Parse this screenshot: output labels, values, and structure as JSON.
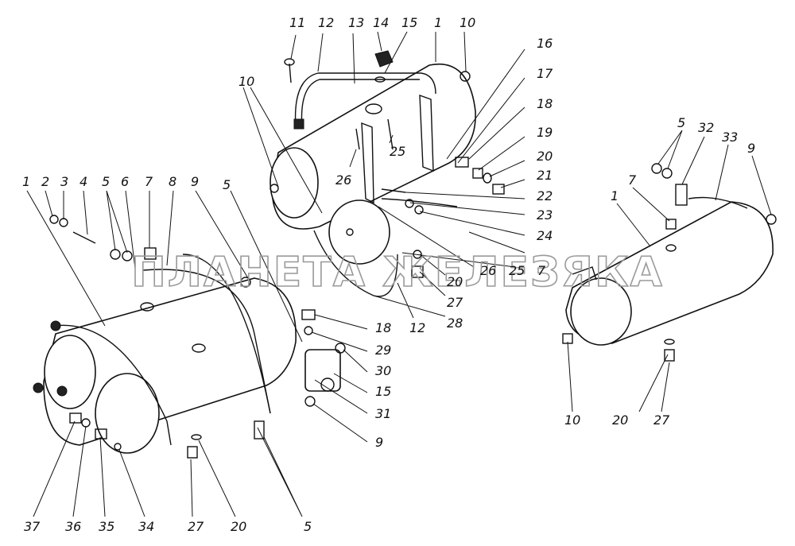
{
  "watermark": "ПЛАНЕТА ЖЕЛЕЗЯКА",
  "callouts": {
    "c11": "11",
    "c12a": "12",
    "c13": "13",
    "c14": "14",
    "c15a": "15",
    "c1a": "1",
    "c10a": "10",
    "c16": "16",
    "c17": "17",
    "c18a": "18",
    "c19": "19",
    "c20a": "20",
    "c21": "21",
    "c22": "22",
    "c23": "23",
    "c24": "24",
    "c25a": "25",
    "c25b": "25",
    "c26a": "26",
    "c26b": "26",
    "c7a": "7",
    "c20b": "20",
    "c27a": "27",
    "c28": "28",
    "c12b": "12",
    "c10b": "10",
    "c5a": "5",
    "c1b": "1",
    "c2": "2",
    "c3": "3",
    "c4": "4",
    "c5b": "5",
    "c6": "6",
    "c7b": "7",
    "c8": "8",
    "c9a": "9",
    "c18b": "18",
    "c29": "29",
    "c30": "30",
    "c15b": "15",
    "c31": "31",
    "c9b": "9",
    "c37": "37",
    "c36": "36",
    "c35": "35",
    "c34": "34",
    "c27b": "27",
    "c20c": "20",
    "c5c": "5",
    "c5d": "5",
    "c32": "32",
    "c33": "33",
    "c9c": "9",
    "c7c": "7",
    "c1c": "1",
    "c10c": "10",
    "c20d": "20",
    "c27c": "27"
  }
}
